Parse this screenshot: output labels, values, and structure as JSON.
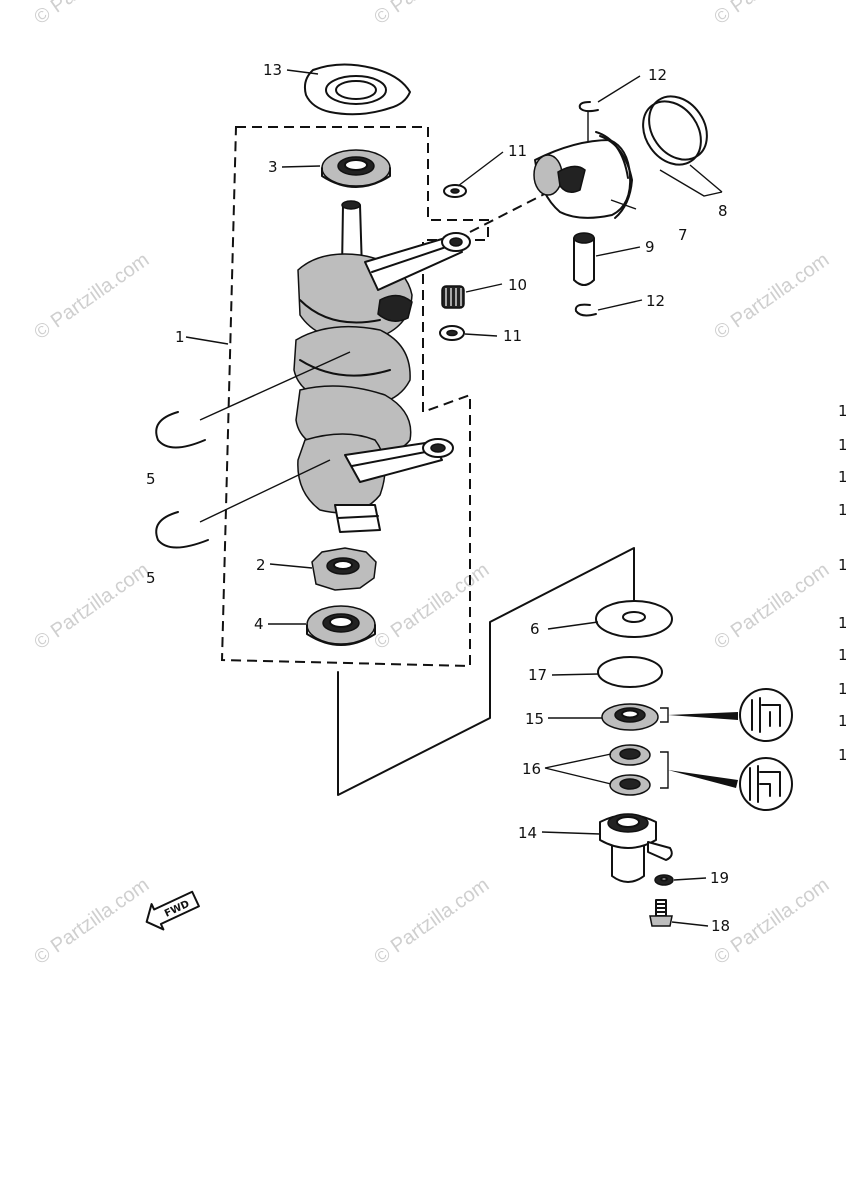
{
  "watermark": "© Partzilla.com",
  "fwd_label": "FWD",
  "callouts": {
    "c1": "1",
    "c2": "2",
    "c3": "3",
    "c4": "4",
    "c5a": "5",
    "c5b": "5",
    "c6": "6",
    "c7": "7",
    "c8": "8",
    "c9": "9",
    "c10": "10",
    "c11a": "11",
    "c11b": "11",
    "c12a": "12",
    "c12b": "12",
    "c13": "13",
    "c14": "14",
    "c15": "15",
    "c16": "16",
    "c17": "17",
    "c18": "18",
    "c19": "19"
  },
  "edge_marks": [
    "1",
    "1",
    "1",
    "1",
    "1",
    "1",
    "1",
    "1",
    "1",
    "1"
  ]
}
